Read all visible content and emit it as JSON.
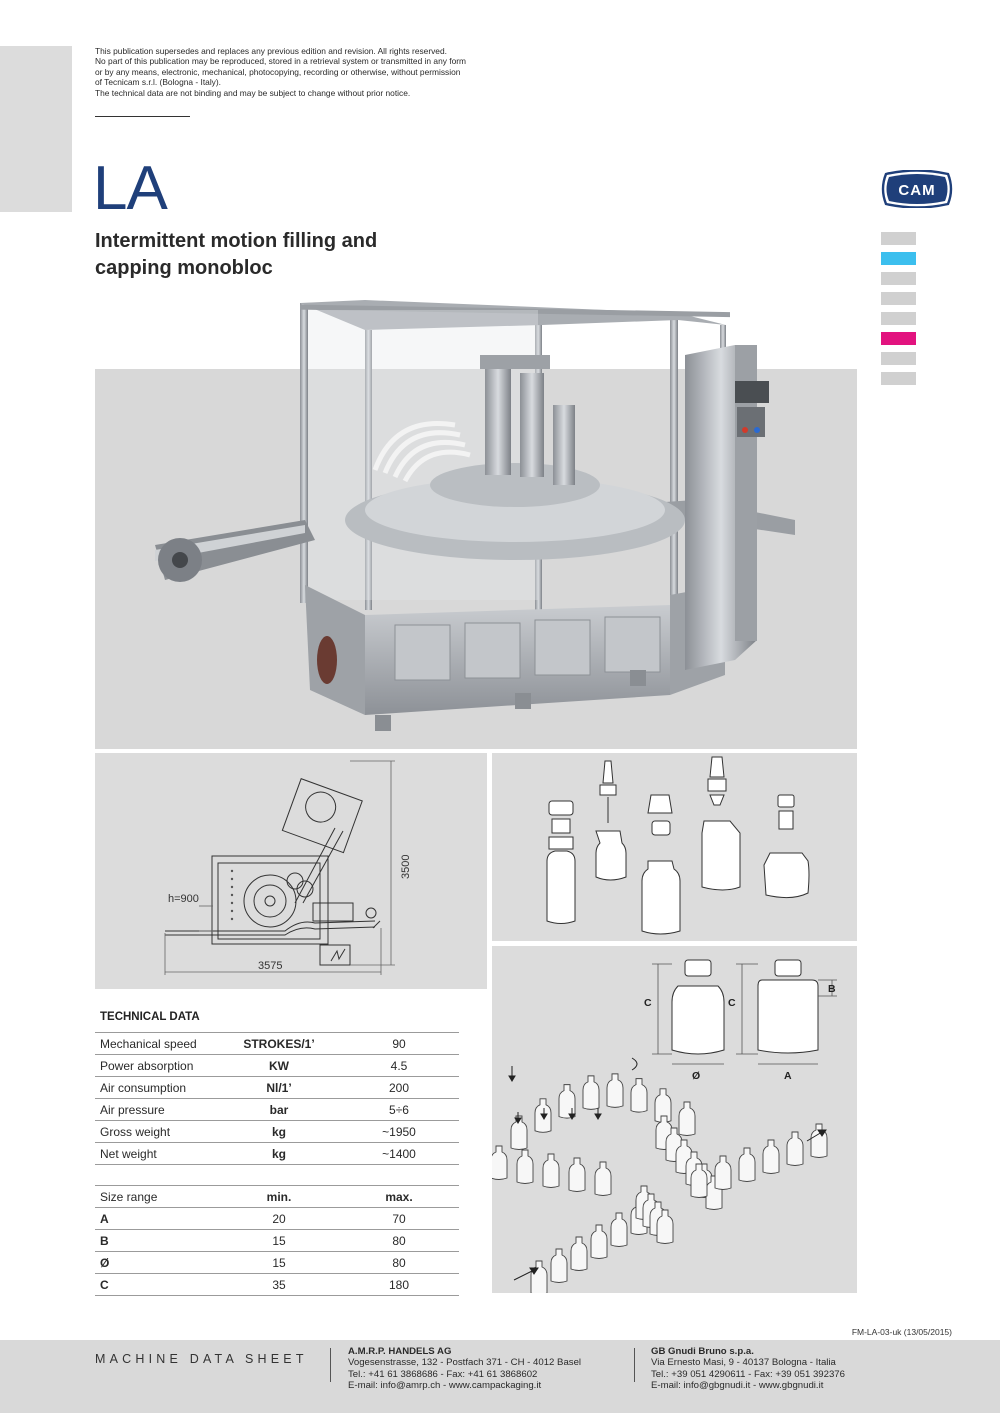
{
  "notice": {
    "lines": [
      "This publication supersedes and replaces any previous edition and revision. All rights reserved.",
      "No part of this publication may be reproduced, stored in a retrieval system or transmitted in any form",
      "or by any means, electronic, mechanical, photocopying, recording or otherwise, without permission",
      "of Tecnicam s.r.l. (Bologna - Italy).",
      "The technical data are not binding and may be subject to change without prior notice."
    ]
  },
  "model": "LA",
  "subtitle_lines": [
    "Intermittent motion filling and",
    "capping monobloc"
  ],
  "logo_text": "CAM",
  "swatches": [
    "#d0d0d0",
    "#3cbfee",
    "#d0d0d0",
    "#d0d0d0",
    "#d0d0d0",
    "#e2137f",
    "#d0d0d0",
    "#d0d0d0"
  ],
  "drawing": {
    "height_label": "h=900",
    "width_label": "3575",
    "tall_label": "3500"
  },
  "dimensions_drawing": {
    "c_left": "C",
    "c_right": "C",
    "b_label": "B",
    "diameter_label": "Ø",
    "a_label": "A"
  },
  "technical": {
    "title": "TECHNICAL DATA",
    "rows": [
      {
        "label": "Mechanical speed",
        "unit": "STROKES/1’",
        "value": "90"
      },
      {
        "label": "Power absorption",
        "unit": "KW",
        "value": "4.5"
      },
      {
        "label": "Air consumption",
        "unit": "Nl/1’",
        "value": "200"
      },
      {
        "label": "Air pressure",
        "unit": "bar",
        "value": "5÷6"
      },
      {
        "label": "Gross weight",
        "unit": "kg",
        "value": "~1950"
      },
      {
        "label": "Net weight",
        "unit": "kg",
        "value": "~1400"
      }
    ]
  },
  "sizes": {
    "header": {
      "label": "Size range",
      "min": "min.",
      "max": "max."
    },
    "rows": [
      {
        "label": "A",
        "min": "20",
        "max": "70"
      },
      {
        "label": "B",
        "min": "15",
        "max": "80"
      },
      {
        "label": "Ø",
        "min": "15",
        "max": "80"
      },
      {
        "label": "C",
        "min": "35",
        "max": "180"
      }
    ]
  },
  "doc_code": "FM-LA-03-uk (13/05/2015)",
  "footer": {
    "label": "MACHINE DATA SHEET",
    "dealer1": {
      "name": "A.M.R.P. HANDELS AG",
      "line1": "Vogesenstrasse, 132 - Postfach 371 - CH - 4012 Basel",
      "line2": "Tel.: +41 61 3868686 - Fax: +41 61 3868602",
      "line3": "E-mail: info@amrp.ch - www.campackaging.it"
    },
    "dealer2": {
      "name": "GB Gnudi Bruno s.p.a.",
      "line1": "Via Ernesto Masi, 9 - 40137 Bologna - Italia",
      "line2": "Tel.: +39 051 4290611 - Fax: +39 051 392376",
      "line3": "E-mail: info@gbgnudi.it - www.gbgnudi.it"
    }
  }
}
